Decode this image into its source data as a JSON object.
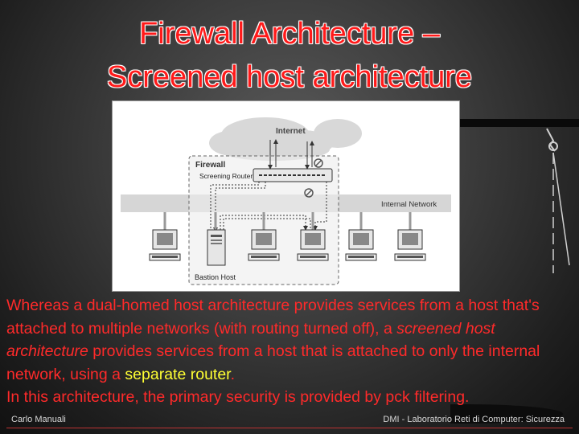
{
  "slide": {
    "title_line1": "Firewall Architecture –",
    "title_line2": "Screened host architecture"
  },
  "diagram": {
    "internet_label": "Internet",
    "firewall_label": "Firewall",
    "router_label": "Screening Router",
    "network_label": "Internal Network",
    "bastion_label": "Bastion Host"
  },
  "body": {
    "part1": "Whereas a dual-homed host architecture provides services from a host that's attached to multiple networks (with routing turned off), a ",
    "emphasis": "screened host architecture",
    "part2": " provides services from a host that is attached to only the internal network, using a ",
    "highlight": "separate router",
    "part3": ".",
    "line5": "In this architecture, the primary security is provided by pck filtering."
  },
  "footer": {
    "left": "Carlo Manuali",
    "right": "DMI - Laboratorio Reti di Computer: Sicurezza"
  },
  "colors": {
    "title": "#ff1a1a",
    "body_text": "#ff2a2a",
    "highlight": "#ffff33"
  }
}
